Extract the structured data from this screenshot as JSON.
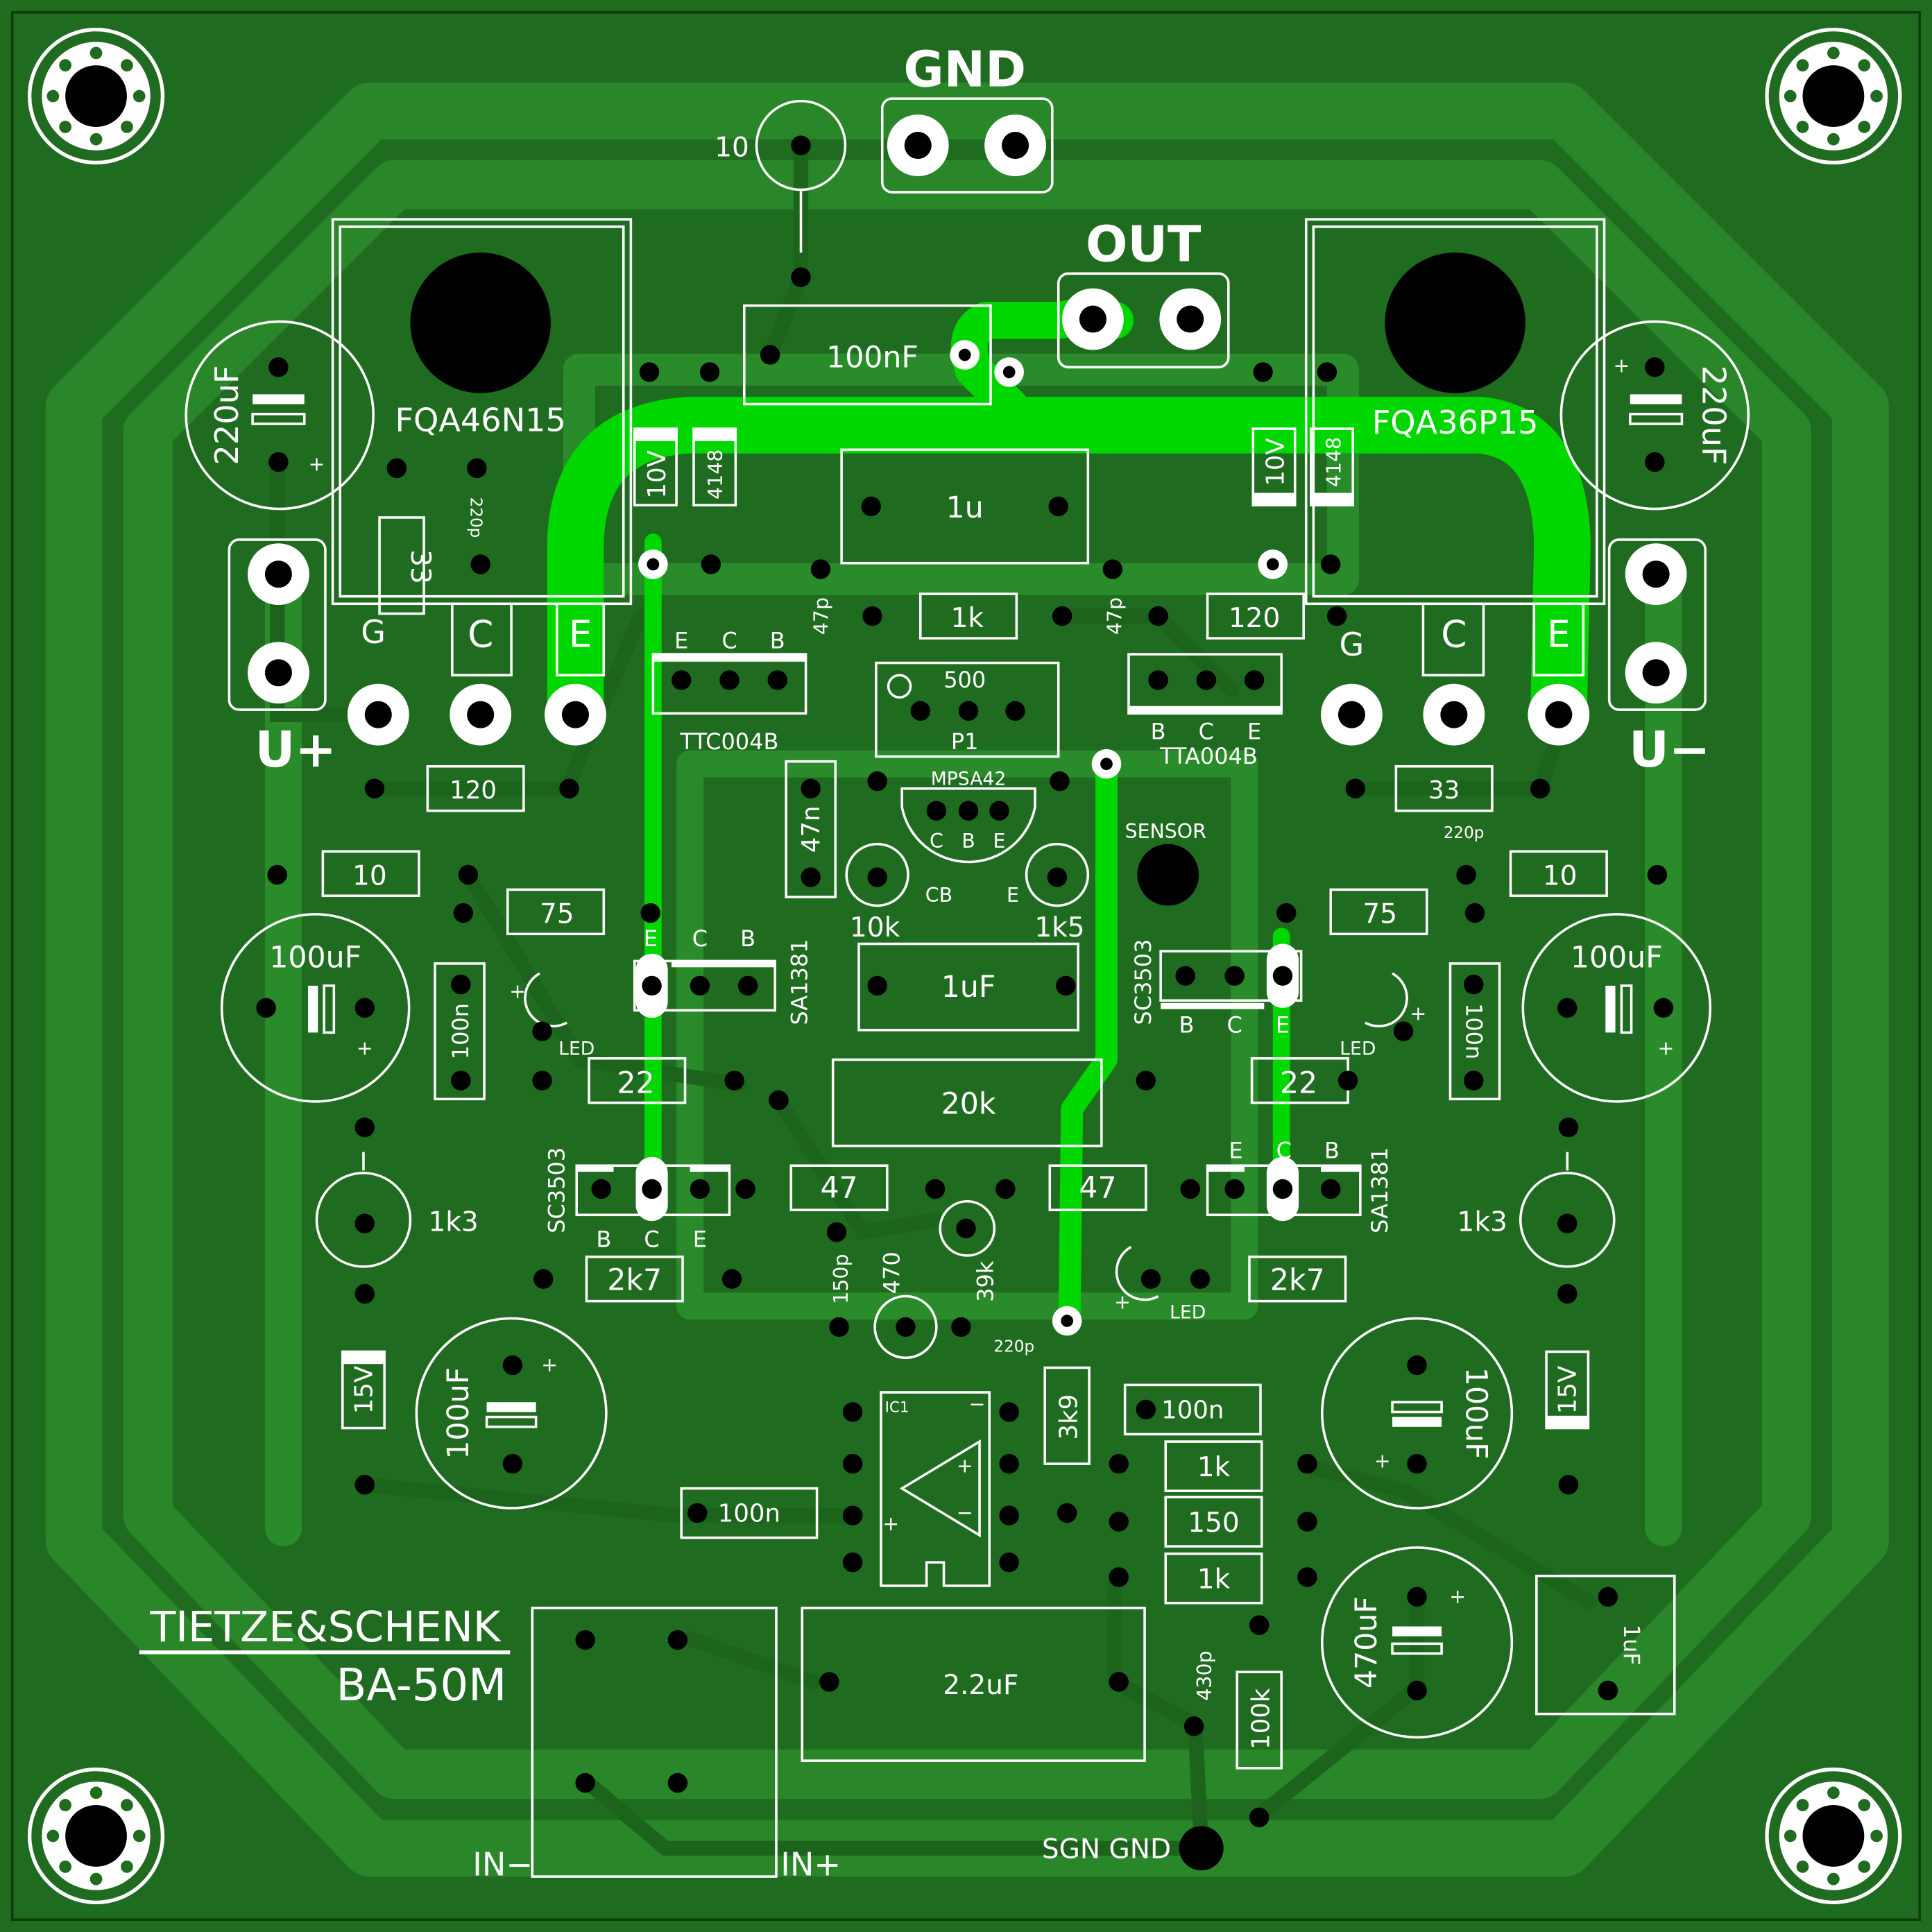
{
  "title": "TIETZE&SCHENK",
  "model": "BA-50M",
  "terminals": {
    "gnd": "GND",
    "out": "OUT",
    "u_plus": "U+",
    "u_minus": "U−",
    "in_minus": "IN−",
    "in_plus": "IN+",
    "sgn_gnd": "SGN GND",
    "sensor": "SENSOR"
  },
  "transistors": {
    "n_mosfet": "FQA46N15",
    "p_mosfet": "FQA36P15",
    "driver_n": "TTC004B",
    "driver_p": "TTA004B",
    "bias": "MPSA42",
    "sa1381_left": "SA1381",
    "sa1381_right": "SA1381",
    "sc3503_left": "SC3503",
    "sc3503_right": "SC3503",
    "ic": "IC1"
  },
  "pins": {
    "g": "G",
    "c": "C",
    "e": "E",
    "b": "B",
    "ecb": [
      "E",
      "C",
      "B"
    ],
    "bce": [
      "B",
      "C",
      "E"
    ],
    "cbe": [
      "C",
      "B",
      "E"
    ],
    "cb": "CB"
  },
  "components": {
    "r_10_top": "10",
    "c_100nF": "100nF",
    "c_1u": "1u",
    "r_1k_top": "1k",
    "r_120_right": "120",
    "p1_value": "500",
    "p1_label": "P1",
    "c_220uF": "220uF",
    "z_10V": "10V",
    "d_4148": "4148",
    "c_220p": "220p",
    "r_33": "33",
    "c_47p": "47p",
    "r_120_left": "120",
    "r_10": "10",
    "c_47n": "47n",
    "r_10k": "10k",
    "r_1k5": "1k5",
    "r_75": "75",
    "c_100uF": "100uF",
    "c_100n": "100n",
    "led": "LED",
    "c_1uF": "1uF",
    "r_22": "22",
    "r_20k": "20k",
    "r_47": "47",
    "r_1k3": "1k3",
    "r_2k7": "2k7",
    "c_150p": "150p",
    "r_470": "470",
    "r_39k": "39k",
    "z_15V": "15V",
    "r_3k9": "3k9",
    "r_1k": "1k",
    "r_150": "150",
    "c_470uF": "470uF",
    "c_2_2uF": "2.2uF",
    "c_430p": "430p",
    "r_100k": "100k"
  },
  "colors": {
    "board": "#1f6b1f",
    "pour": "#2a8b2a",
    "trace": "#1c641c",
    "power_trace": "#00d600",
    "silk": "#ffffff",
    "pad": "#ffffff",
    "drill": "#000000"
  }
}
